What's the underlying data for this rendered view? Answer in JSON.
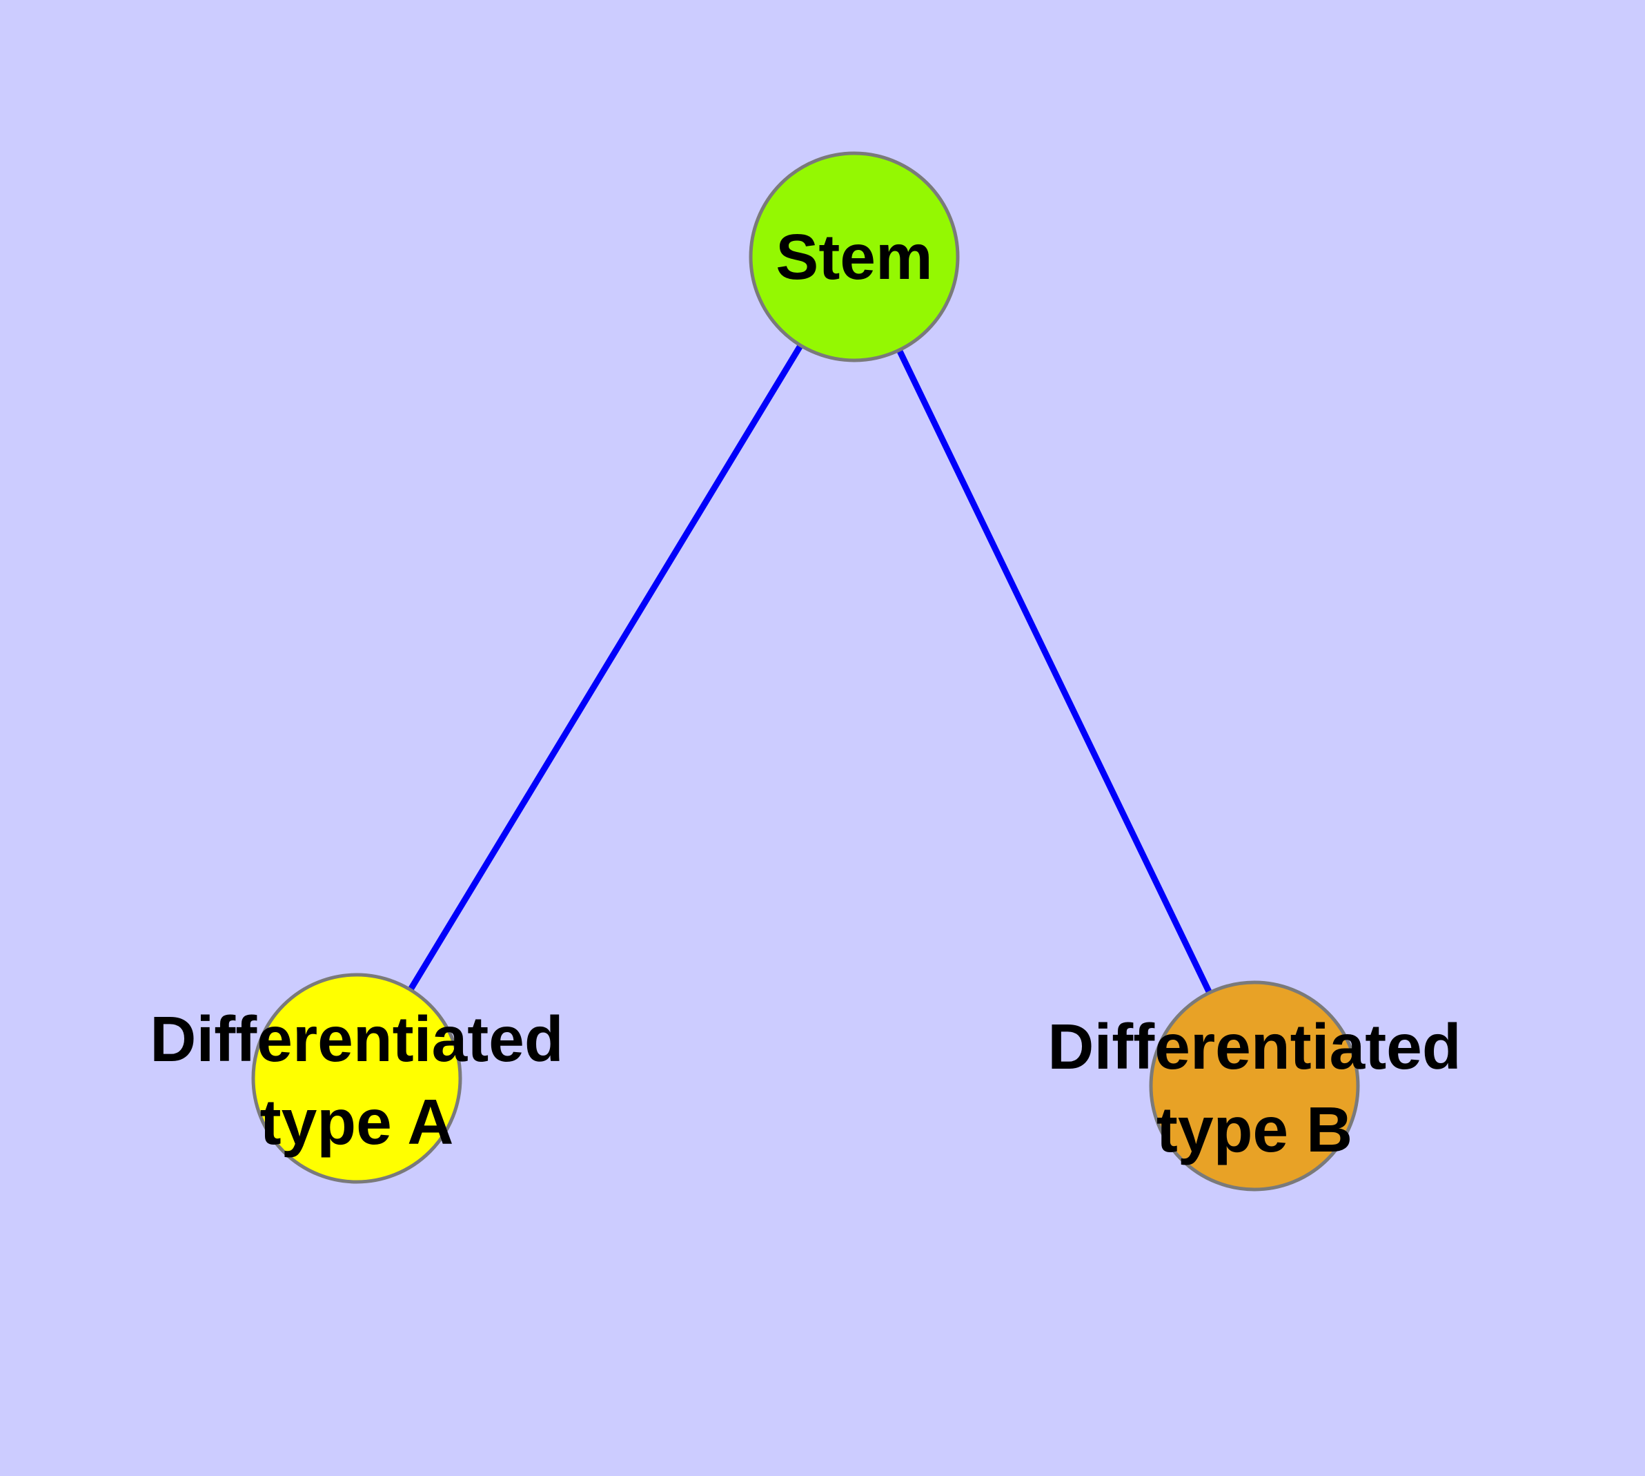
{
  "diagram": {
    "type": "graph",
    "colors": {
      "background": "#CCCCFF",
      "edge": "#0000FA",
      "node_border": "#7A7A7A"
    },
    "nodes": [
      {
        "id": "stem",
        "label": "Stem",
        "fill": "#94F802"
      },
      {
        "id": "differentiated-type-a",
        "label_line1": "Differentiated",
        "label_line2": "type A",
        "fill": "#FFFF00"
      },
      {
        "id": "differentiated-type-b",
        "label_line1": "Differentiated",
        "label_line2": "type B",
        "fill": "#E8A226"
      }
    ],
    "edges": [
      {
        "from": "stem",
        "to": "differentiated-type-a"
      },
      {
        "from": "stem",
        "to": "differentiated-type-b"
      }
    ]
  }
}
